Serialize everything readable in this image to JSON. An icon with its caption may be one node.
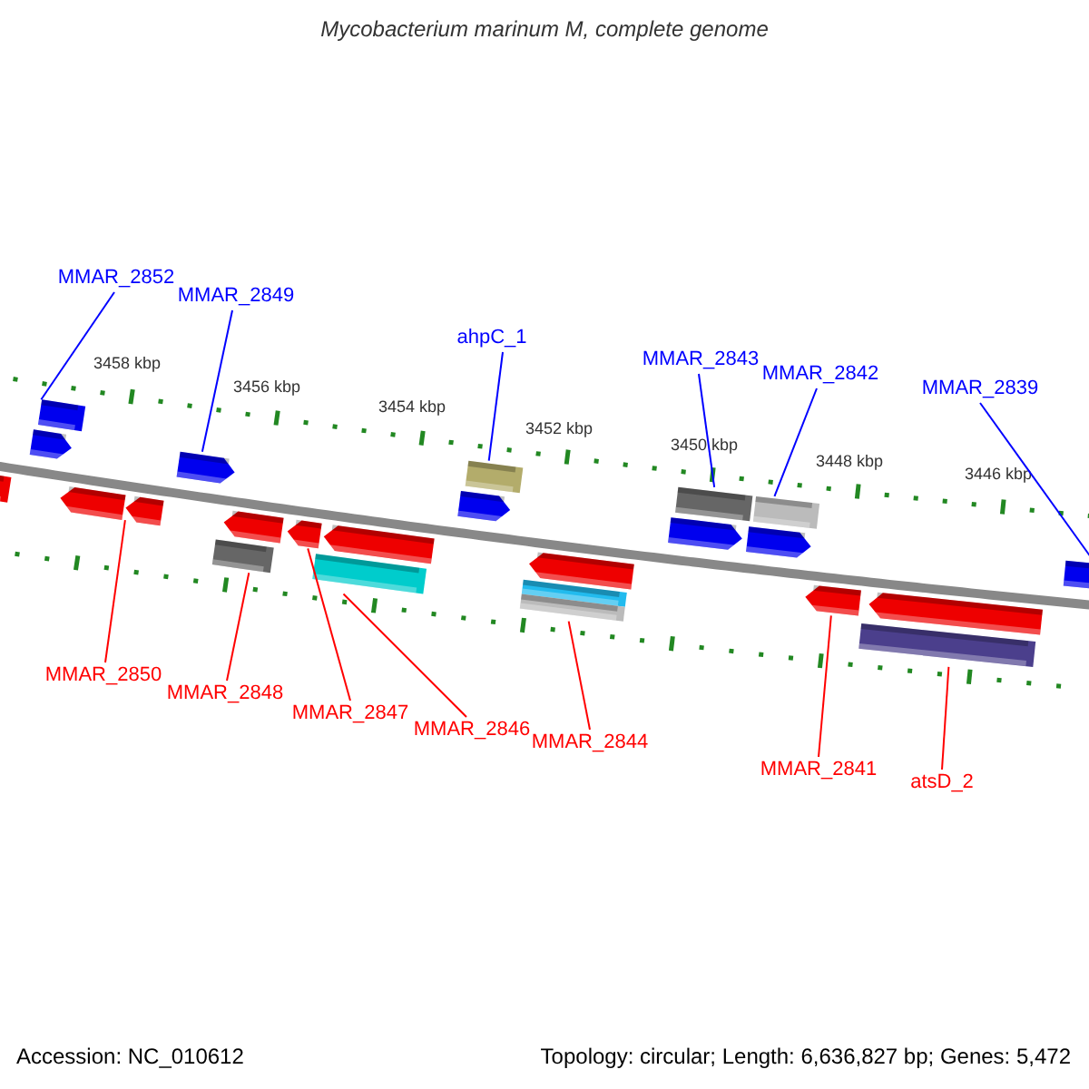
{
  "diagram": {
    "title": "Mycobacterium marinum M, complete genome",
    "nodes": [
      {
        "text": [
          "MMAR_2852"
        ]
      },
      {
        "text": [
          "MMAR_2849"
        ]
      },
      {
        "text": [
          "ahpC_1"
        ]
      },
      {
        "text": [
          "MMAR_2843"
        ]
      },
      {
        "text": [
          "MMAR_2842"
        ]
      },
      {
        "text": [
          "MMAR_2839"
        ]
      },
      {
        "text": [
          "MMAR_2850"
        ]
      },
      {
        "text": [
          "MMAR_2848"
        ]
      },
      {
        "text": [
          "MMAR_2847"
        ]
      },
      {
        "text": [
          "MMAR_2846"
        ]
      },
      {
        "text": [
          "MMAR_2844"
        ]
      },
      {
        "text": [
          "MMAR_2841"
        ]
      },
      {
        "text": [
          "atsD_2"
        ]
      },
      {
        "text": [],
        "shape": "bar"
      },
      {
        "text": [],
        "shape": "arrow"
      },
      {
        "text": [],
        "shape": "bar"
      },
      {
        "text": [],
        "shape": "arrow"
      },
      {
        "text": [],
        "shape": "arrow"
      },
      {
        "text": [],
        "shape": "arrow"
      },
      {
        "text": [],
        "shape": "bar"
      },
      {
        "text": [],
        "shape": "arrow"
      },
      {
        "text": [],
        "shape": "arrow"
      },
      {
        "text": [],
        "shape": "bar"
      },
      {
        "text": [],
        "shape": "arrow"
      },
      {
        "text": [],
        "shape": "arrow"
      },
      {
        "text": [],
        "shape": "bar"
      },
      {
        "text": [],
        "shape": "bar"
      },
      {
        "text": [],
        "shape": "bar"
      },
      {
        "text": [],
        "shape": "arrow"
      },
      {
        "text": [],
        "shape": "arrow"
      },
      {
        "text": [],
        "shape": "bar"
      },
      {
        "text": [],
        "shape": "arrow"
      },
      {
        "text": [],
        "shape": "bar"
      },
      {
        "text": [],
        "shape": "arrow"
      },
      {
        "text": [],
        "shape": "bar"
      },
      {
        "text": [],
        "shape": "arrow"
      },
      {
        "text": [],
        "shape": "bar"
      }
    ],
    "edges": [
      {
        "from": 0,
        "to": 15,
        "arrow": "none",
        "color": "#0000ff"
      },
      {
        "from": 1,
        "to": 18,
        "arrow": "none",
        "color": "#0000ff"
      },
      {
        "from": 2,
        "to": 25,
        "arrow": "none",
        "color": "#0000ff"
      },
      {
        "from": 3,
        "to": 30,
        "arrow": "none",
        "color": "#0000ff"
      },
      {
        "from": 4,
        "to": 32,
        "arrow": "none",
        "color": "#0000ff"
      },
      {
        "from": 5,
        "to": 36,
        "arrow": "none",
        "color": "#0000ff"
      },
      {
        "from": 6,
        "to": 16,
        "arrow": "none"
      },
      {
        "from": 7,
        "to": 19,
        "arrow": "none"
      },
      {
        "from": 8,
        "to": 21,
        "arrow": "none"
      },
      {
        "from": 9,
        "to": 22,
        "arrow": "none"
      },
      {
        "from": 10,
        "to": 27,
        "arrow": "none"
      },
      {
        "from": 11,
        "to": 33,
        "arrow": "none"
      },
      {
        "from": 12,
        "to": 34,
        "arrow": "none"
      }
    ],
    "labels": [
      "3458 kbp",
      "3456 kbp",
      "3454 kbp",
      "3452 kbp",
      "3450 kbp",
      "3448 kbp",
      "3446 kbp",
      "Accession: NC_010612",
      "Topology: circular; Length: 6,636,827 bp; Genes: 5,472"
    ]
  }
}
